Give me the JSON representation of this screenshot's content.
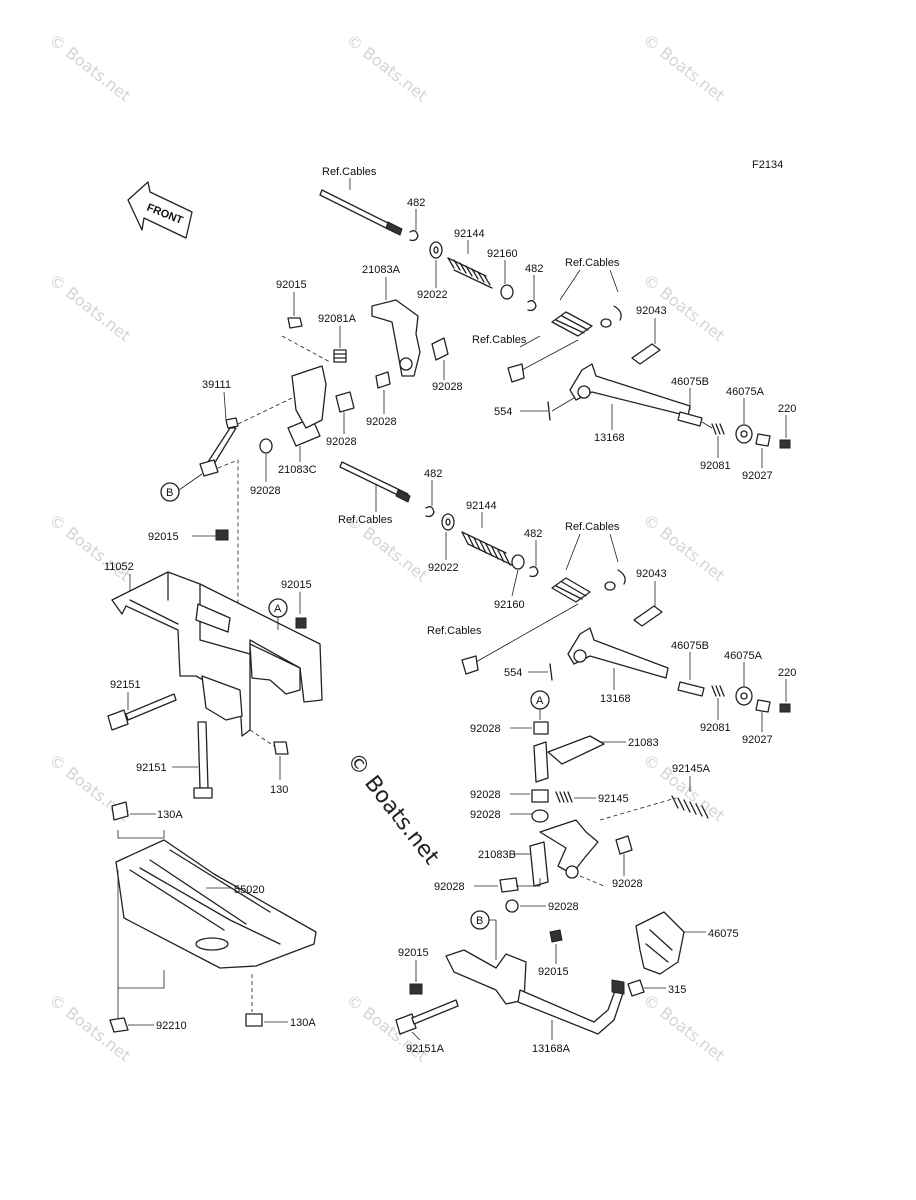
{
  "figure_code": "F2134",
  "front_label": "FRONT",
  "ref_label": "Ref.Cables",
  "watermark": "© Boats.net",
  "circle_refs": [
    "A",
    "B"
  ],
  "part_numbers": {
    "p462": "482",
    "p92144": "92144",
    "p92160": "92160",
    "p92022": "92022",
    "p21083A": "21083A",
    "p92081A": "92081A",
    "p92015": "92015",
    "p92028": "92028",
    "p92043": "92043",
    "p46075B": "46075B",
    "p46075A": "46075A",
    "p220": "220",
    "p554": "554",
    "p13168": "13168",
    "p92081": "92081",
    "p92027": "92027",
    "p39111": "39111",
    "p21083C": "21083C",
    "p11052": "11052",
    "p92151": "92151",
    "p130": "130",
    "p130A": "130A",
    "p55020": "55020",
    "p92210": "92210",
    "p21083": "21083",
    "p92145": "92145",
    "p92145A": "92145A",
    "p21083B": "21083B",
    "p46075": "46075",
    "p315": "315",
    "p92151A": "92151A",
    "p13168A": "13168A"
  }
}
